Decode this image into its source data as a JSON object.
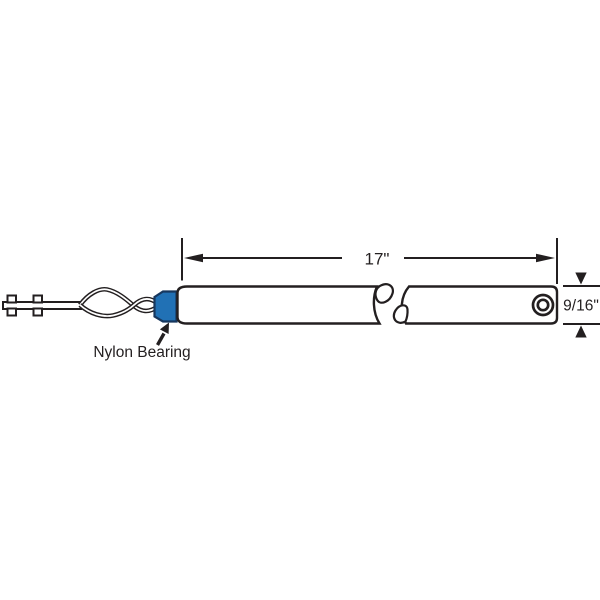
{
  "diagram": {
    "type": "technical-product-drawing",
    "subject": "spiral tilt window balance tube",
    "labels": {
      "length_dimension": "17\"",
      "diameter_dimension": "9/16\"",
      "part_callout": "Nylon Bearing"
    },
    "colors": {
      "line": "#231f20",
      "bearing_fill": "#2171b5",
      "bearing_outline": "#17375e",
      "background": "#ffffff"
    }
  }
}
